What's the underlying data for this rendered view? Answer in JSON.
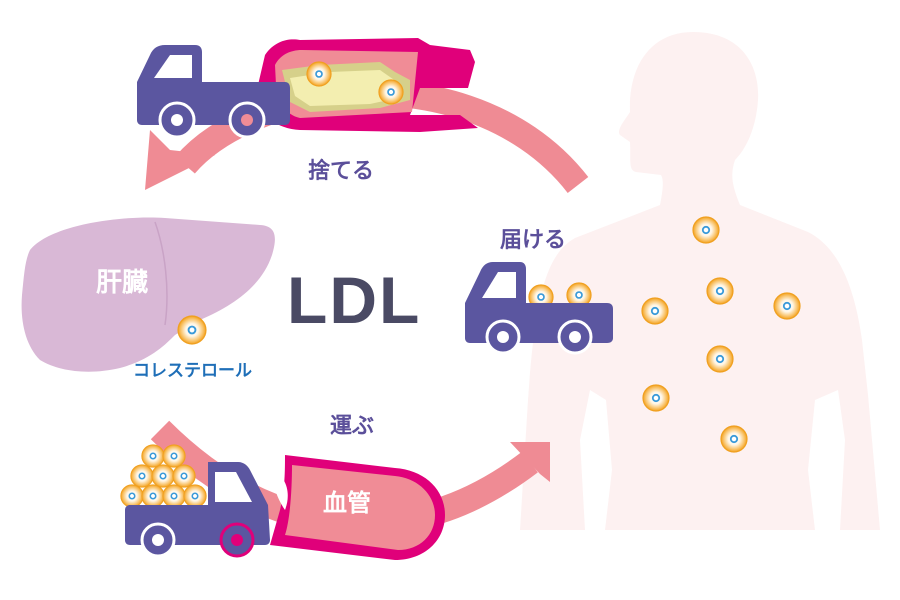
{
  "title": "LDL",
  "labels": {
    "discard": "捨てる",
    "deliver": "届ける",
    "carry": "運ぶ",
    "liver": "肝臓",
    "blood_vessel": "血管",
    "cholesterol": "コレステロール"
  },
  "colors": {
    "truck": "#5b56a0",
    "arrow": "#ef8b94",
    "vessel_wall": "#e0007a",
    "vessel_inner": "#f08c96",
    "plaque": "#f3eeb0",
    "liver": "#d9b8d6",
    "body": "#fdf1f1",
    "ldl_text": "#4a4a64",
    "verb_text": "#5b4f9a",
    "cholesterol_text": "#1f6fb8",
    "particle_outer": "#f3a220",
    "particle_core": "#3a9ad9"
  },
  "icons": {
    "truck": "truck-icon",
    "particle": "cholesterol-particle-icon",
    "arrow": "curved-arrow-icon",
    "vessel": "blood-vessel-icon",
    "liver": "liver-icon",
    "body": "human-body-icon"
  }
}
